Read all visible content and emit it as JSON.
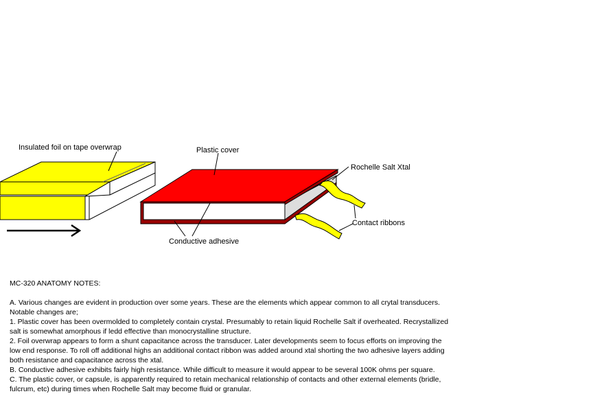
{
  "diagram": {
    "labels": {
      "insulated_foil": "Insulated foil on tape overwrap",
      "plastic_cover": "Plastic cover",
      "rochelle_salt": "Rochelle Salt Xtal",
      "contact_ribbons": "Contact ribbons",
      "conductive_adhesive": "Conductive adhesive"
    },
    "colors": {
      "foil_yellow": "#FFFF00",
      "cover_red": "#FF0000",
      "adhesive_dark_red": "#990000",
      "crystal_white": "#FFFFFF",
      "crystal_side_gray": "#DDDDDD",
      "outline": "#000000"
    },
    "icons": [
      "arrow-right-icon"
    ]
  },
  "notes": {
    "title": "MC-320 ANATOMY NOTES:",
    "lines": [
      "A. Various changes are evident in production over some years. These are the elements which appear common to all crytal transducers.",
      "Notable changes are;",
      "1. Plastic cover has been overmolded to completely contain crystal. Presumably to retain liquid Rochelle Salt if overheated. Recrystallized",
      "salt is somewhat amorphous if ledd effective than monocrystalline structure.",
      "2. Foil overwrap appears to form a shunt capacitance across the transducer.  Later developments seem to focus efforts on improving the",
      "low end response.  To roll off additional highs an additional contact ribbon was added around xtal shorting the two adhesive layers adding",
      "both resistance and capacitance across the xtal.",
      "B. Conductive adhesive exhibits fairly high resistance.  While difficult to measure it would appear to be several 100K ohms per square.",
      "C. The plastic cover, or capsule, is apparently required to retain mechanical relationship of contacts and other external elements (bridle,",
      "fulcrum, etc) during times when Rochelle Salt may become fluid or granular."
    ]
  }
}
